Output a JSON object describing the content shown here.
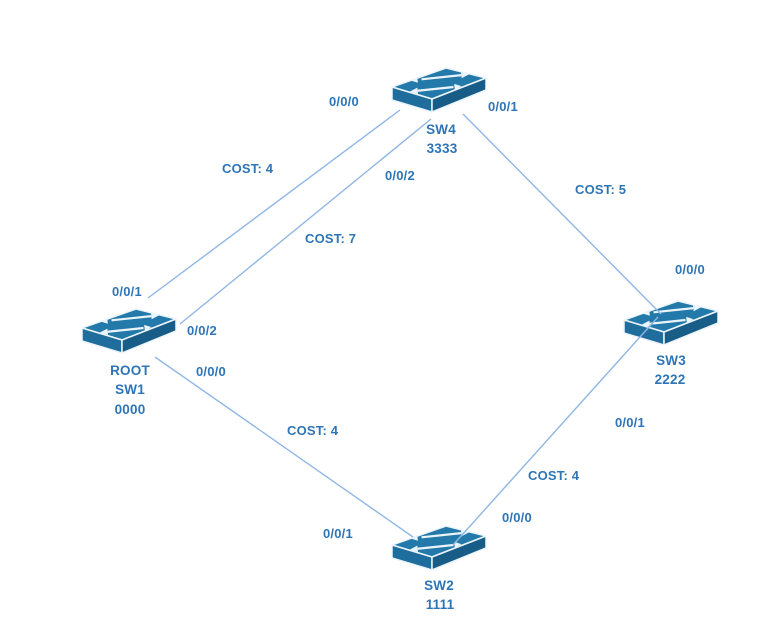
{
  "diagram": {
    "nodes": [
      {
        "id": "SW4",
        "name": "SW4",
        "number": "3333",
        "role": ""
      },
      {
        "id": "SW1",
        "name": "SW1",
        "number": "0000",
        "role": "ROOT"
      },
      {
        "id": "SW3",
        "name": "SW3",
        "number": "2222",
        "role": ""
      },
      {
        "id": "SW2",
        "name": "SW2",
        "number": "1111",
        "role": ""
      }
    ],
    "links": [
      {
        "from": "SW1",
        "from_port": "0/0/1",
        "to": "SW4",
        "to_port": "0/0/0",
        "cost_label": "COST: 4"
      },
      {
        "from": "SW1",
        "from_port": "0/0/2",
        "to": "SW4",
        "to_port": "0/0/2",
        "cost_label": "COST: 7"
      },
      {
        "from": "SW4",
        "from_port": "0/0/1",
        "to": "SW3",
        "to_port": "0/0/0",
        "cost_label": "COST: 5"
      },
      {
        "from": "SW1",
        "from_port": "0/0/0",
        "to": "SW2",
        "to_port": "0/0/1",
        "cost_label": "COST: 4"
      },
      {
        "from": "SW2",
        "from_port": "0/0/0",
        "to": "SW3",
        "to_port": "0/0/1",
        "cost_label": "COST: 4"
      }
    ],
    "icons": {
      "node_icon": "cisco-switch-3d-icon"
    },
    "colors": {
      "switch_top": "#2379A9",
      "switch_front": "#1E6D9D",
      "switch_side": "#175D87",
      "switch_outline": "#EDF5FB",
      "link_line": "#8FB6E4",
      "label_text": "#2E75B6",
      "background": "#FFFFFF"
    }
  }
}
